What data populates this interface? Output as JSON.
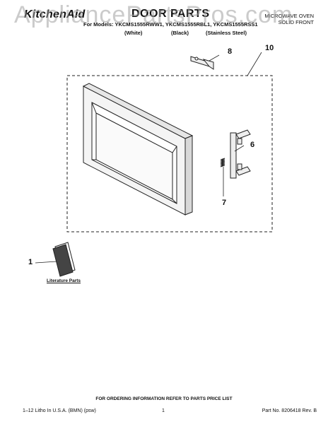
{
  "header": {
    "brand": "KitchenAid",
    "title": "DOOR PARTS",
    "product": "MICROWAVE OVEN",
    "sub": "SOLID FRONT",
    "models": "For Models: YKCMS1555RWW1, YKCMS1555RBL1, YKCMS1555RSS1",
    "finish_white": "(White)",
    "finish_black": "(Black)",
    "finish_ss": "(Stainless Steel)"
  },
  "watermark": "AppliancePartsPros.com",
  "callouts": {
    "c1": "1",
    "c6": "6",
    "c7": "7",
    "c8": "8",
    "c10": "10"
  },
  "literature_label": "Literature Parts",
  "footer": {
    "order_note": "FOR ORDERING INFORMATION REFER TO PARTS PRICE LIST",
    "litho": "1–12 Litho In U.S.A. (BMN) (psw)",
    "page": "1",
    "part_no": "Part No. 8206418 Rev. B"
  }
}
